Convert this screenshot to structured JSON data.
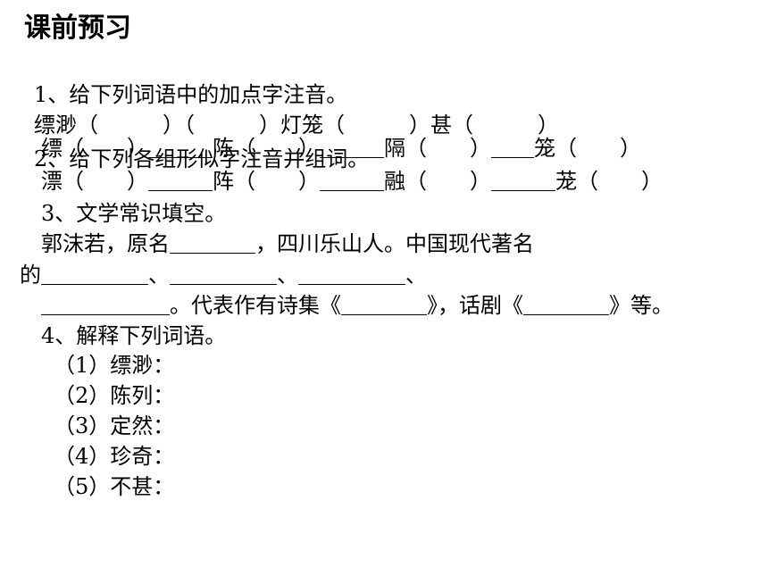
{
  "title": "课前预习",
  "q1": {
    "heading": "1、给下列词语中的加点字注音。",
    "items": "缥渺（　　　）（　　　）灯笼（　　　）甚（　　　）"
  },
  "q2": {
    "heading": "2、给下列各组形似字注音并组词。",
    "row1": "缥（　　）＿＿＿陈（　　）＿＿＿隔（　　）＿＿笼（　　）",
    "row2": "漂（　　）＿＿＿阵（　　）＿＿＿融（　　）＿＿＿茏（　　）"
  },
  "q3": {
    "heading": "3、文学常识填空。",
    "line1": "郭沫若，原名＿＿＿＿，四川乐山人。中国现代著名",
    "line2": "的＿＿＿＿＿、＿＿＿＿＿、＿＿＿＿＿、",
    "line3": "＿＿＿＿＿＿。代表作有诗集《＿＿＿＿》，话剧《＿＿＿＿》等。"
  },
  "q4": {
    "heading": "4、解释下列词语。",
    "items": [
      "（1）缥渺：",
      "（2）陈列：",
      "（3）定然：",
      "（4）珍奇：",
      "（5）不甚："
    ]
  }
}
